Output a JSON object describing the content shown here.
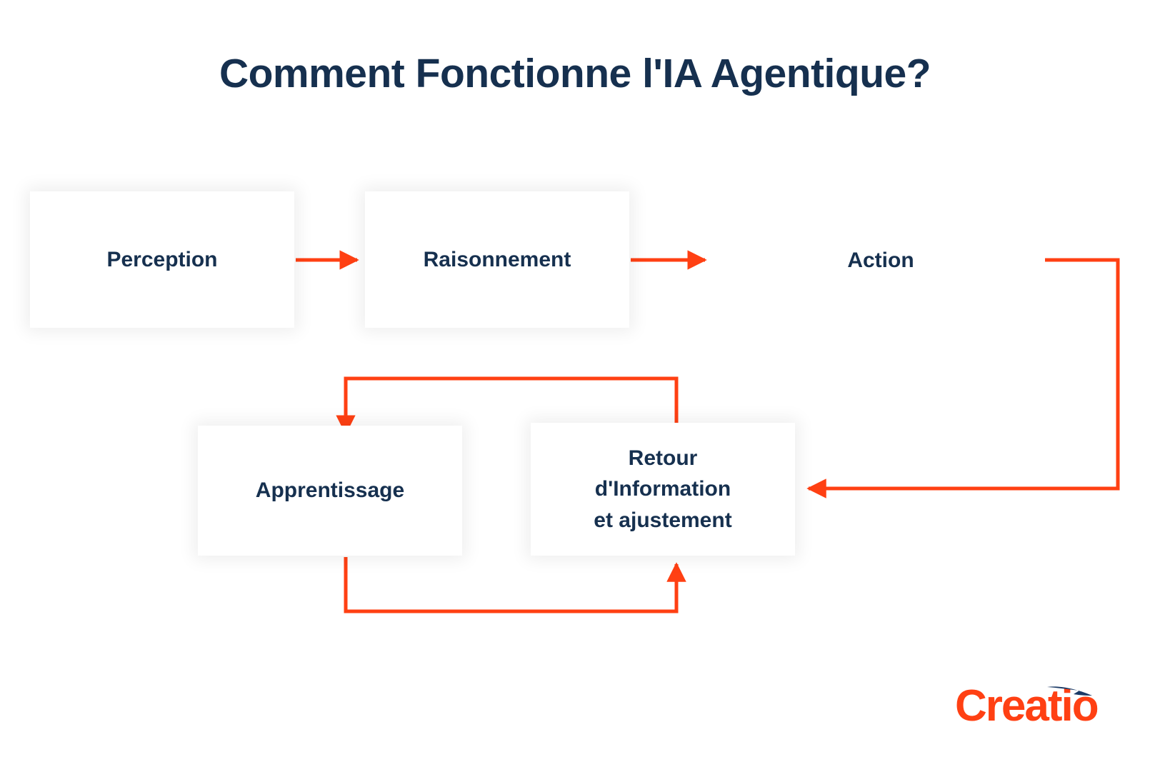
{
  "page": {
    "title": "Comment Fonctionne l'IA Agentique?",
    "background_color": "#ffffff"
  },
  "theme": {
    "navy": "#16304f",
    "orange": "#ff4013",
    "node_fill": "#ffffff"
  },
  "diagram": {
    "type": "flowchart",
    "nodes": [
      {
        "id": "perception",
        "label": "Perception",
        "shape": "rectangle"
      },
      {
        "id": "raisonnement",
        "label": "Raisonnement",
        "shape": "rectangle"
      },
      {
        "id": "action",
        "label": "Action",
        "shape": "diamond"
      },
      {
        "id": "apprentissage",
        "label": "Apprentissage",
        "shape": "rectangle"
      },
      {
        "id": "retour",
        "label": "Retour\nd'Information\net ajustement",
        "shape": "rectangle"
      }
    ],
    "edges": [
      {
        "from": "perception",
        "to": "raisonnement",
        "style": "arrow-right"
      },
      {
        "from": "raisonnement",
        "to": "action",
        "style": "arrow-right"
      },
      {
        "from": "action",
        "to": "retour",
        "style": "elbow-arrow-left"
      },
      {
        "from": "retour",
        "to": "apprentissage",
        "style": "elbow-arrow-down"
      },
      {
        "from": "apprentissage",
        "to": "retour",
        "style": "elbow-arrow-up"
      }
    ]
  },
  "logo": {
    "wordmark": "Creatio",
    "swoosh_icon": "arrow-swoosh-icon",
    "wordmark_color": "#ff4013",
    "swoosh_color": "#1b3a66"
  }
}
